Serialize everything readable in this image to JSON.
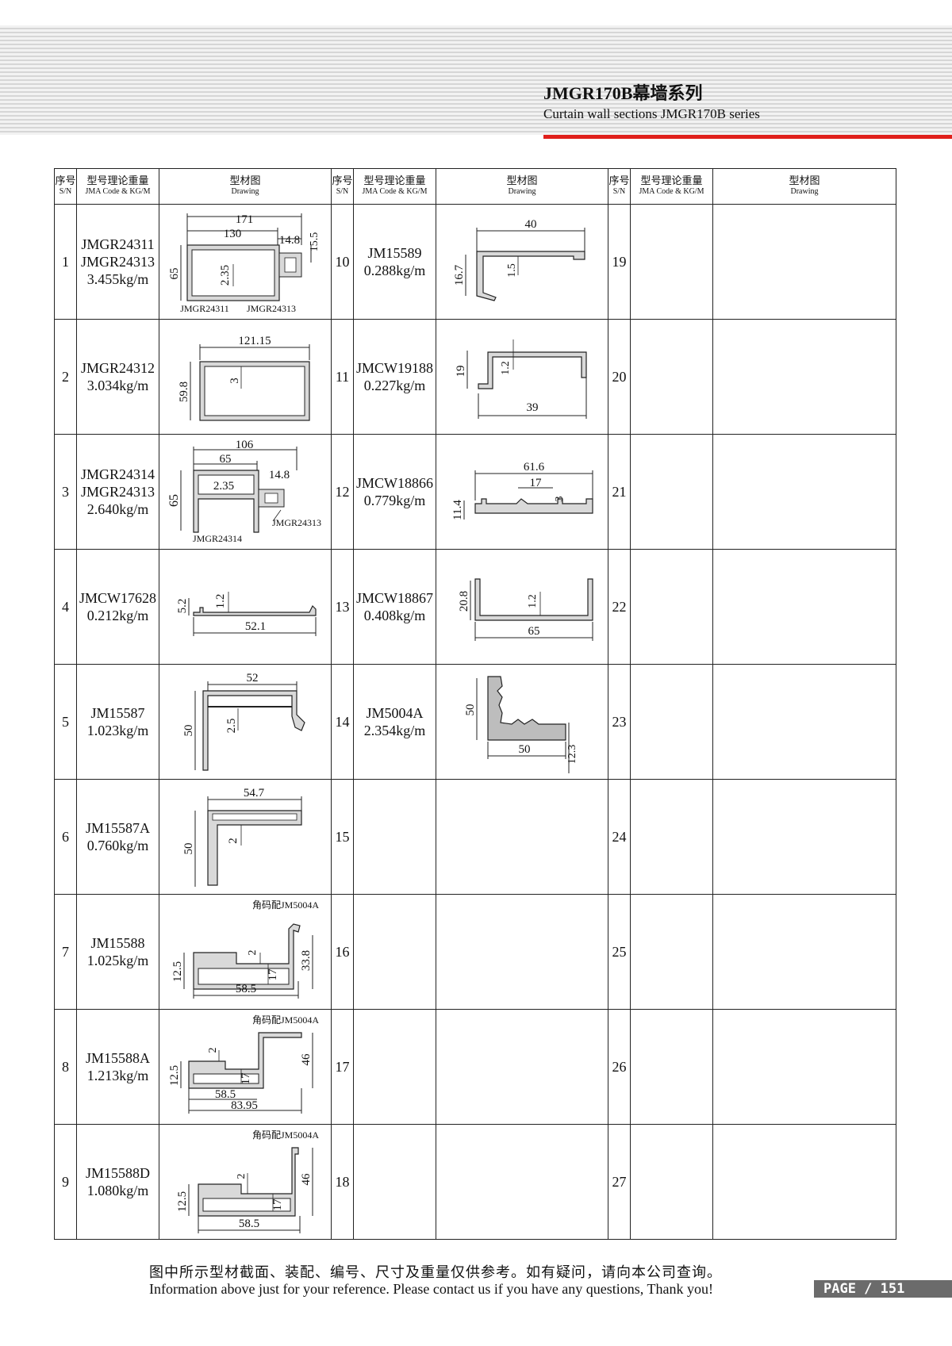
{
  "header": {
    "title": "JMGR170B幕墙系列",
    "subtitle": "Curtain wall sections JMGR170B series"
  },
  "table": {
    "headers": {
      "sn_zh": "序号",
      "sn_en": "S/N",
      "code_zh": "型号理论重量",
      "code_en": "JMA Code & KG/M",
      "drawing_zh": "型材图",
      "drawing_en": "Drawing"
    },
    "rows": [
      [
        {
          "sn": "1",
          "lines": [
            "JMGR24311",
            "JMGR24313",
            "3.455kg/m"
          ]
        },
        {
          "sn": "10",
          "lines": [
            "JM15589",
            "0.288kg/m"
          ]
        },
        {
          "sn": "19",
          "lines": []
        }
      ],
      [
        {
          "sn": "2",
          "lines": [
            "JMGR24312",
            "3.034kg/m"
          ]
        },
        {
          "sn": "11",
          "lines": [
            "JMCW19188",
            "0.227kg/m"
          ]
        },
        {
          "sn": "20",
          "lines": []
        }
      ],
      [
        {
          "sn": "3",
          "lines": [
            "JMGR24314",
            "JMGR24313",
            "2.640kg/m"
          ]
        },
        {
          "sn": "12",
          "lines": [
            "JMCW18866",
            "0.779kg/m"
          ]
        },
        {
          "sn": "21",
          "lines": []
        }
      ],
      [
        {
          "sn": "4",
          "lines": [
            "JMCW17628",
            "0.212kg/m"
          ]
        },
        {
          "sn": "13",
          "lines": [
            "JMCW18867",
            "0.408kg/m"
          ]
        },
        {
          "sn": "22",
          "lines": []
        }
      ],
      [
        {
          "sn": "5",
          "lines": [
            "JM15587",
            "1.023kg/m"
          ]
        },
        {
          "sn": "14",
          "lines": [
            "JM5004A",
            "2.354kg/m"
          ]
        },
        {
          "sn": "23",
          "lines": []
        }
      ],
      [
        {
          "sn": "6",
          "lines": [
            "JM15587A",
            "0.760kg/m"
          ]
        },
        {
          "sn": "15",
          "lines": []
        },
        {
          "sn": "24",
          "lines": []
        }
      ],
      [
        {
          "sn": "7",
          "lines": [
            "JM15588",
            "1.025kg/m"
          ]
        },
        {
          "sn": "16",
          "lines": []
        },
        {
          "sn": "25",
          "lines": []
        }
      ],
      [
        {
          "sn": "8",
          "lines": [
            "JM15588A",
            "1.213kg/m"
          ]
        },
        {
          "sn": "17",
          "lines": []
        },
        {
          "sn": "26",
          "lines": []
        }
      ],
      [
        {
          "sn": "9",
          "lines": [
            "JM15588D",
            "1.080kg/m"
          ]
        },
        {
          "sn": "18",
          "lines": []
        },
        {
          "sn": "27",
          "lines": []
        }
      ]
    ]
  },
  "drawings": {
    "d1": {
      "dims": [
        "171",
        "130",
        "14.8",
        "15.5",
        "65",
        "2.35"
      ],
      "tags": [
        "JMGR24311",
        "JMGR24313"
      ]
    },
    "d2": {
      "dims": [
        "121.15",
        "59.8",
        "3"
      ]
    },
    "d3": {
      "dims": [
        "106",
        "65",
        "14.8",
        "2.35",
        "65"
      ],
      "tags": [
        "JMGR24313",
        "JMGR24314"
      ]
    },
    "d4": {
      "dims": [
        "5.2",
        "1.2",
        "52.1"
      ]
    },
    "d5": {
      "dims": [
        "52",
        "50",
        "2.5"
      ]
    },
    "d6": {
      "dims": [
        "54.7",
        "50",
        "2"
      ]
    },
    "d7": {
      "note": "角码配JM5004A",
      "dims": [
        "2",
        "33.8",
        "17",
        "12.5",
        "58.5"
      ]
    },
    "d8": {
      "note": "角码配JM5004A",
      "dims": [
        "2",
        "46",
        "17",
        "12.5",
        "58.5",
        "83.95"
      ]
    },
    "d9": {
      "note": "角码配JM5004A",
      "dims": [
        "2",
        "46",
        "17",
        "12.5",
        "58.5"
      ]
    },
    "d10": {
      "dims": [
        "40",
        "16.7",
        "1.5"
      ]
    },
    "d11": {
      "dims": [
        "19",
        "1.2",
        "39"
      ]
    },
    "d12": {
      "dims": [
        "61.6",
        "17",
        "3",
        "11.4"
      ]
    },
    "d13": {
      "dims": [
        "20.8",
        "1.2",
        "65"
      ]
    },
    "d14": {
      "dims": [
        "50",
        "50",
        "12.3"
      ]
    }
  },
  "footer": {
    "note_zh": "图中所示型材截面、装配、编号、尺寸及重量仅供参考。如有疑问，请向本公司查询。",
    "note_en": "Information above just for your reference. Please contact us if you have any questions, Thank you!",
    "page_label": "PAGE / 151"
  },
  "colors": {
    "accent_red": "#e0201b",
    "profile_fill": "#d9d9d9",
    "badge_gray": "#6b6b6b"
  }
}
